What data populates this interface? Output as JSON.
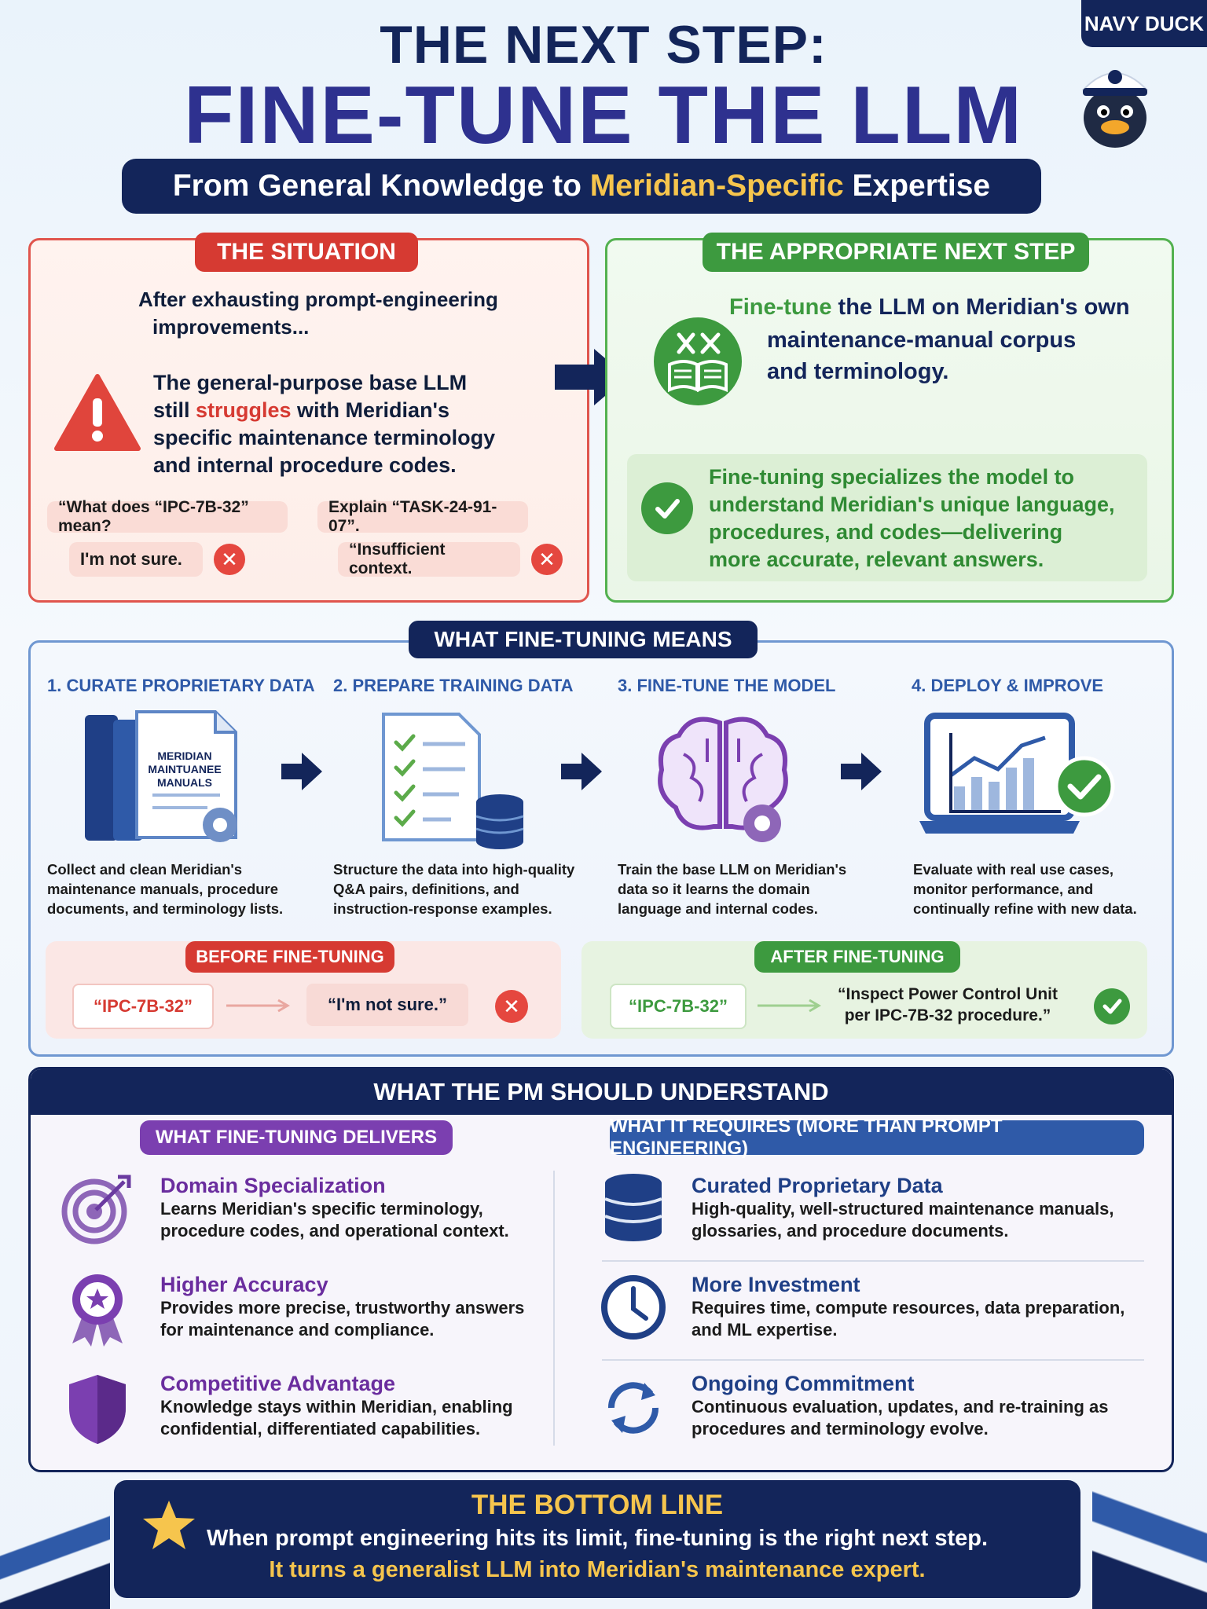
{
  "brand": "NAVY DUCK",
  "header": {
    "title_line1": "THE NEXT STEP:",
    "title_line2": "FINE-TUNE THE LLM",
    "subtitle_pre": "From General Knowledge to ",
    "subtitle_hl": "Meridian-Specific",
    "subtitle_post": " Expertise"
  },
  "situation": {
    "label": "THE SITUATION",
    "intro_line1": "After exhausting prompt-engineering",
    "intro_line2": "improvements...",
    "line1": "The general-purpose base LLM",
    "line2_pre": "still ",
    "line2_hl": "struggles",
    "line2_post": " with Meridian's",
    "line3": "specific maintenance terminology",
    "line4": "and internal procedure codes.",
    "q1": "“What does “IPC-7B-32” mean?",
    "a1": "I'm not sure.",
    "q2": "Explain “TASK-24-91-07”.",
    "a2": "“Insufficient context."
  },
  "next_step": {
    "label": "THE APPROPRIATE NEXT STEP",
    "line1_hl": "Fine-tune",
    "line1_post": " the LLM on Meridian's own",
    "line2": "maintenance-manual corpus",
    "line3": "and terminology.",
    "note_line1": "Fine-tuning specializes the model to",
    "note_line2": "understand Meridian's unique language,",
    "note_line3": "procedures, and codes—delivering",
    "note_line4": "more accurate, relevant answers."
  },
  "means": {
    "label": "WHAT FINE-TUNING MEANS",
    "steps": [
      {
        "title": "1. CURATE PROPRIETARY DATA",
        "d1": "Collect and clean Meridian's",
        "d2": "maintenance manuals, procedure",
        "d3": "documents, and terminology lists."
      },
      {
        "title": "2. PREPARE TRAINING DATA",
        "d1": "Structure the data into high-quality",
        "d2": "Q&A pairs, definitions, and",
        "d3": "instruction-response examples."
      },
      {
        "title": "3. FINE-TUNE THE MODEL",
        "d1": "Train the base LLM on Meridian's",
        "d2": "data so it learns the domain",
        "d3": "language and internal codes."
      },
      {
        "title": "4. DEPLOY & IMPROVE",
        "d1": "Evaluate with real use cases,",
        "d2": "monitor performance, and",
        "d3": "continually refine with new data."
      }
    ],
    "manual_l1": "MERIDIAN",
    "manual_l2": "MAINTUANEE",
    "manual_l3": "MANUALS",
    "before_label": "BEFORE FINE-TUNING",
    "before_in": "“IPC-7B-32”",
    "before_out": "“I'm not sure.”",
    "after_label": "AFTER FINE-TUNING",
    "after_in": "“IPC-7B-32”",
    "after_out_l1": "“Inspect Power Control Unit",
    "after_out_l2": "per IPC-7B-32 procedure.”"
  },
  "pm": {
    "label": "WHAT THE PM SHOULD UNDERSTAND",
    "delivers_label": "WHAT FINE-TUNING DELIVERS",
    "requires_label": "WHAT IT REQUIRES (MORE THAN PROMPT ENGINEERING)",
    "delivers": [
      {
        "title": "Domain Specialization",
        "d1": "Learns Meridian's specific terminology,",
        "d2": "procedure codes, and operational context.",
        "icon": "target-icon"
      },
      {
        "title": "Higher Accuracy",
        "d1": "Provides more precise, trustworthy answers",
        "d2": "for maintenance and compliance.",
        "icon": "award-ribbon-icon"
      },
      {
        "title": "Competitive Advantage",
        "d1": "Knowledge stays within Meridian, enabling",
        "d2": "confidential, differentiated capabilities.",
        "icon": "shield-icon"
      }
    ],
    "requires": [
      {
        "title": "Curated Proprietary Data",
        "d1": "High-quality, well-structured maintenance manuals,",
        "d2": "glossaries, and procedure documents.",
        "icon": "database-icon"
      },
      {
        "title": "More Investment",
        "d1": "Requires time, compute resources, data preparation,",
        "d2": "and ML expertise.",
        "icon": "clock-icon"
      },
      {
        "title": "Ongoing Commitment",
        "d1": "Continuous evaluation, updates, and re-training as",
        "d2": "procedures and terminology evolve.",
        "icon": "refresh-icon"
      }
    ]
  },
  "bottom": {
    "title": "THE BOTTOM LINE",
    "line1": "When prompt engineering hits its limit, fine-tuning is the right next step.",
    "line2": "It turns a generalist LLM into Meridian's maintenance expert."
  },
  "colors": {
    "navy": "#13255a",
    "red": "#d63a32",
    "green": "#3d9a3f",
    "purple": "#7b3fb0",
    "gold": "#f6c54d"
  }
}
